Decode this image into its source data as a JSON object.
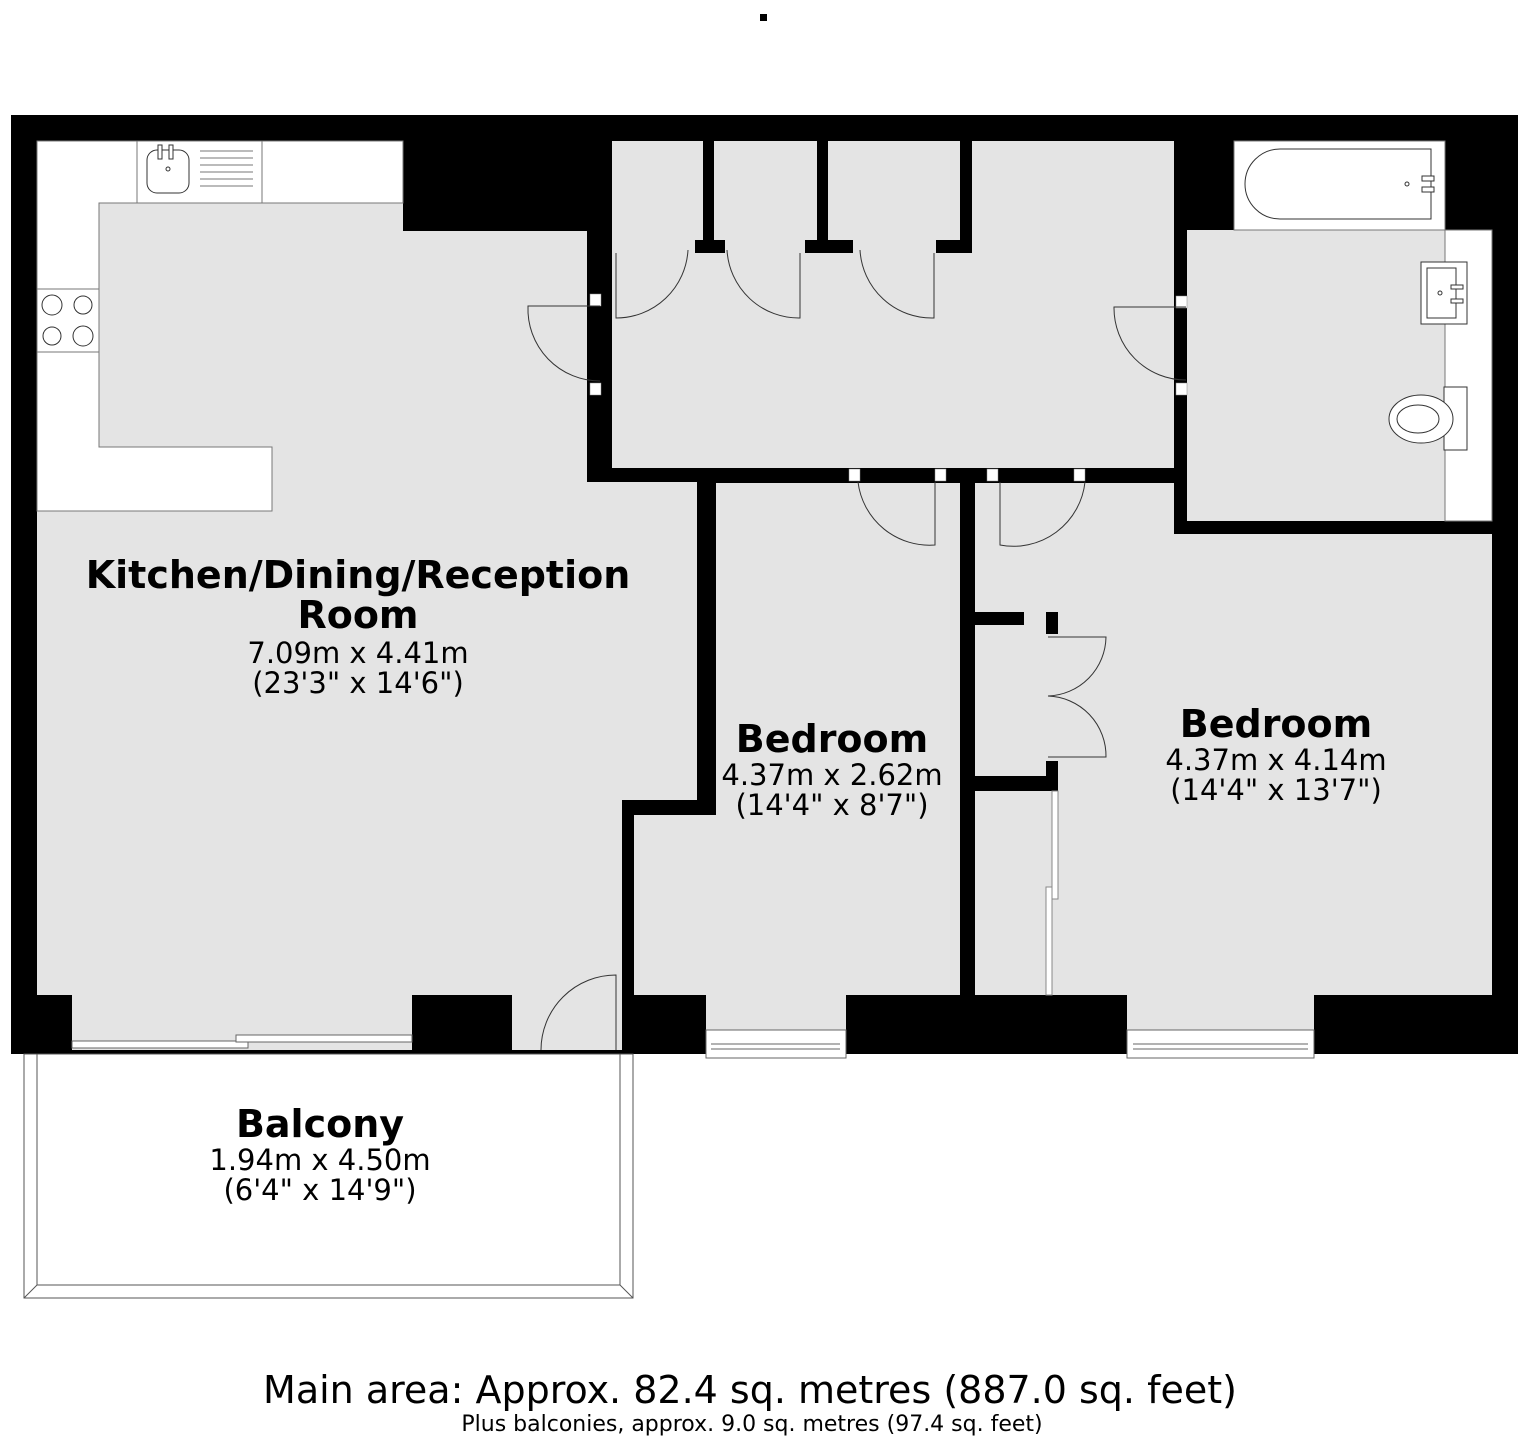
{
  "plan": {
    "colors": {
      "wall": "#000000",
      "floor": "#e4e4e4",
      "fixture": "#ffffff",
      "outline": "#555555"
    },
    "top_marker": "■"
  },
  "rooms": {
    "kitchen": {
      "name_line1": "Kitchen/Dining/Reception",
      "name_line2": "Room",
      "metric": "7.09m x 4.41m",
      "imperial": "(23'3\" x 14'6\")"
    },
    "bedroom_small": {
      "name": "Bedroom",
      "metric": "4.37m x 2.62m",
      "imperial": "(14'4\" x 8'7\")"
    },
    "bedroom_large": {
      "name": "Bedroom",
      "metric": "4.37m x 4.14m",
      "imperial": "(14'4\" x 13'7\")"
    },
    "balcony": {
      "name": "Balcony",
      "metric": "1.94m x 4.50m",
      "imperial": "(6'4\" x 14'9\")"
    }
  },
  "fixtures": [
    "sink-icon",
    "hob-icon",
    "bathtub-icon",
    "basin-icon",
    "toilet-icon"
  ],
  "footer": {
    "main_area": "Main area: Approx. 82.4 sq. metres (887.0 sq. feet)",
    "balconies": "Plus balconies, approx. 9.0 sq. metres (97.4 sq. feet)"
  }
}
